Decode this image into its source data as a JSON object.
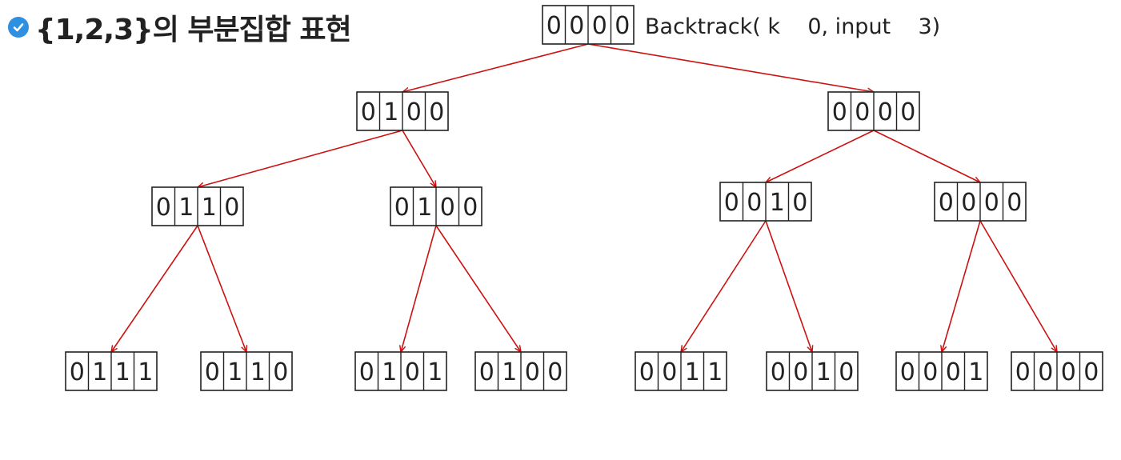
{
  "title": {
    "text": "{1,2,3}의 부분집합 표현",
    "icon": "check-circle-icon",
    "icon_color": "#2f8fe0"
  },
  "caption": "Backtrack( k    0, input    3)",
  "colors": {
    "edge": "#cc1111",
    "box_border": "#222222",
    "text": "#222222"
  },
  "tree": {
    "root": "0000",
    "level1": [
      "0100",
      "0000"
    ],
    "level2": [
      "0110",
      "0100",
      "0010",
      "0000"
    ],
    "level3": [
      "0111",
      "0110",
      "0101",
      "0100",
      "0011",
      "0010",
      "0001",
      "0000"
    ]
  }
}
